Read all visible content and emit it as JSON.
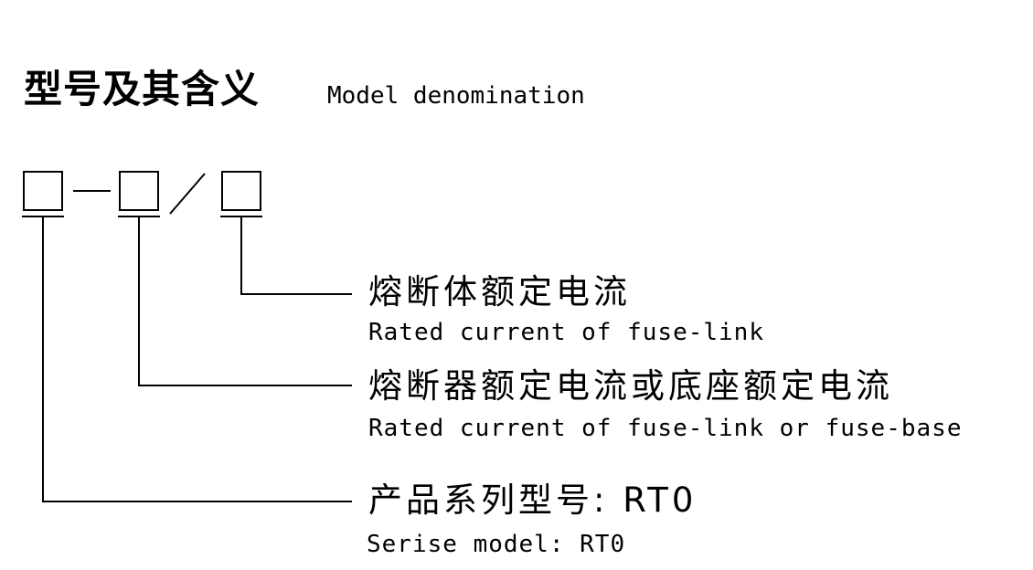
{
  "title": {
    "cn": "型号及其含义",
    "en": "Model denomination"
  },
  "fields": [
    {
      "cn": "熔断体额定电流",
      "en": "Rated current of fuse-link"
    },
    {
      "cn": "熔断器额定电流或底座额定电流",
      "en": "Rated current of fuse-link or fuse-base"
    },
    {
      "cn": "产品系列型号: RT0",
      "en": "Serise model: RT0"
    }
  ]
}
